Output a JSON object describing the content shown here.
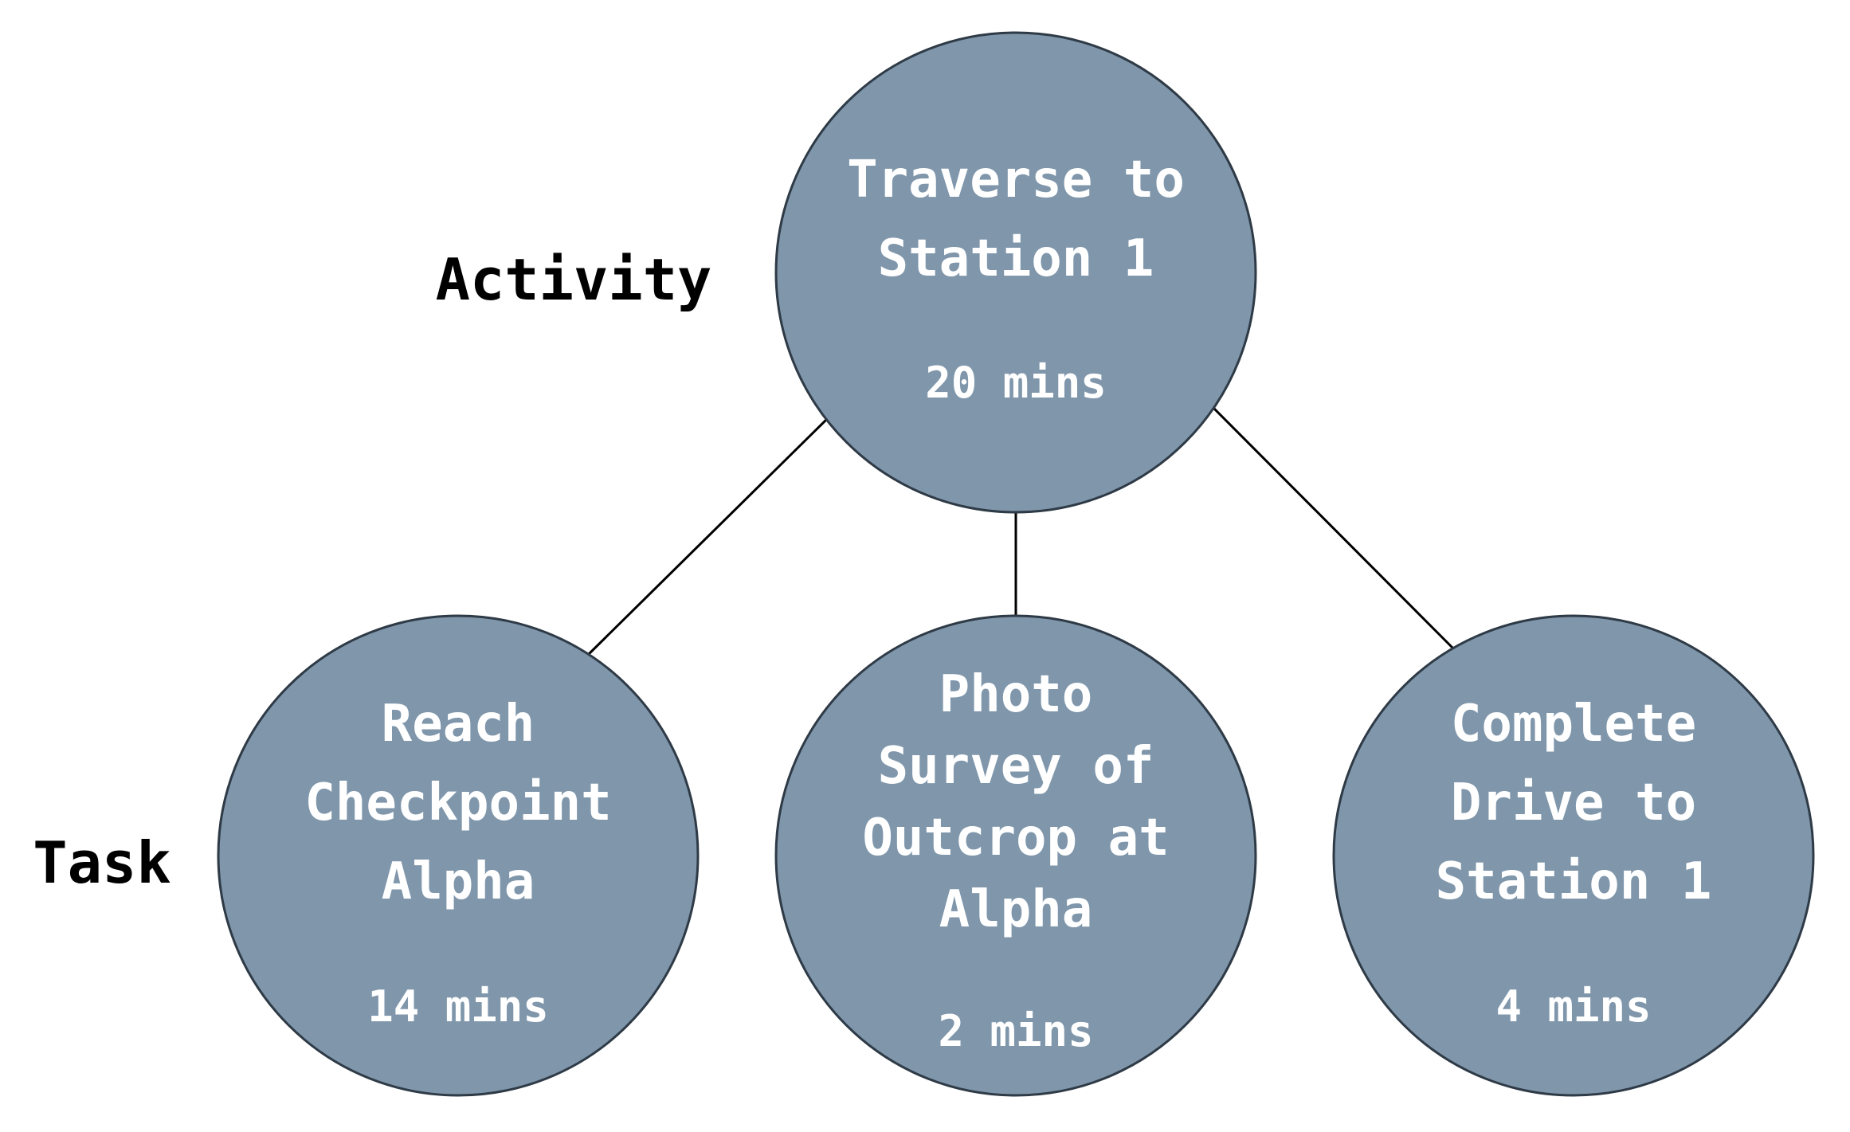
{
  "levels": {
    "activity": "Activity",
    "task": "Task"
  },
  "colors": {
    "node_fill": "#7f96ab",
    "node_stroke": "#2e3a46",
    "edge": "#000000",
    "text": "#ffffff"
  },
  "nodes": {
    "root": {
      "title_lines": [
        "Traverse to",
        "Station 1"
      ],
      "duration": "20 mins"
    },
    "task1": {
      "title_lines": [
        "Reach",
        "Checkpoint",
        "Alpha"
      ],
      "duration": "14 mins"
    },
    "task2": {
      "title_lines": [
        "Photo",
        "Survey of",
        "Outcrop at",
        "Alpha"
      ],
      "duration": "2 mins"
    },
    "task3": {
      "title_lines": [
        "Complete",
        "Drive to",
        "Station 1"
      ],
      "duration": "4 mins"
    }
  }
}
